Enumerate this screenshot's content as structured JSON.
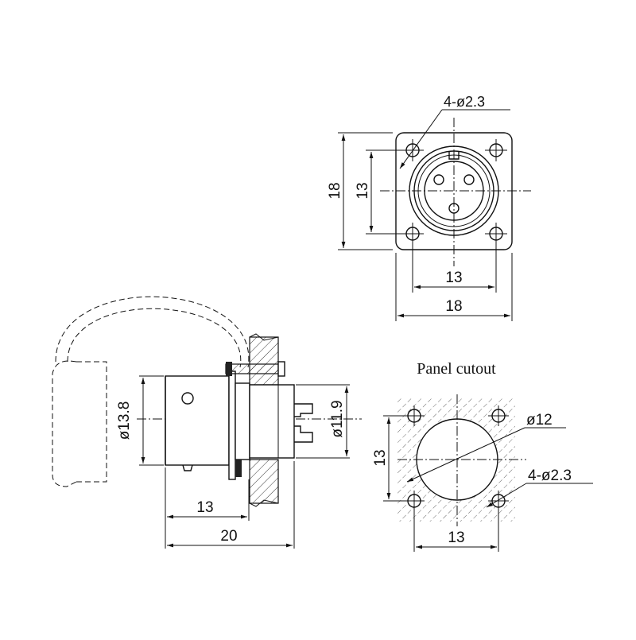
{
  "front_view": {
    "hole_note": "4-ø2.3",
    "dim_height_outer": "18",
    "dim_height_inner": "13",
    "dim_width_inner": "13",
    "dim_width_outer": "18"
  },
  "side_view": {
    "dim_diameter_body": "ø13.8",
    "dim_diameter_rear": "ø11.9",
    "dim_length_front": "13",
    "dim_length_total": "20"
  },
  "panel_cutout": {
    "title": "Panel cutout",
    "dim_diameter": "ø12",
    "dim_height": "13",
    "hole_note": "4-ø2.3",
    "dim_width": "13"
  }
}
